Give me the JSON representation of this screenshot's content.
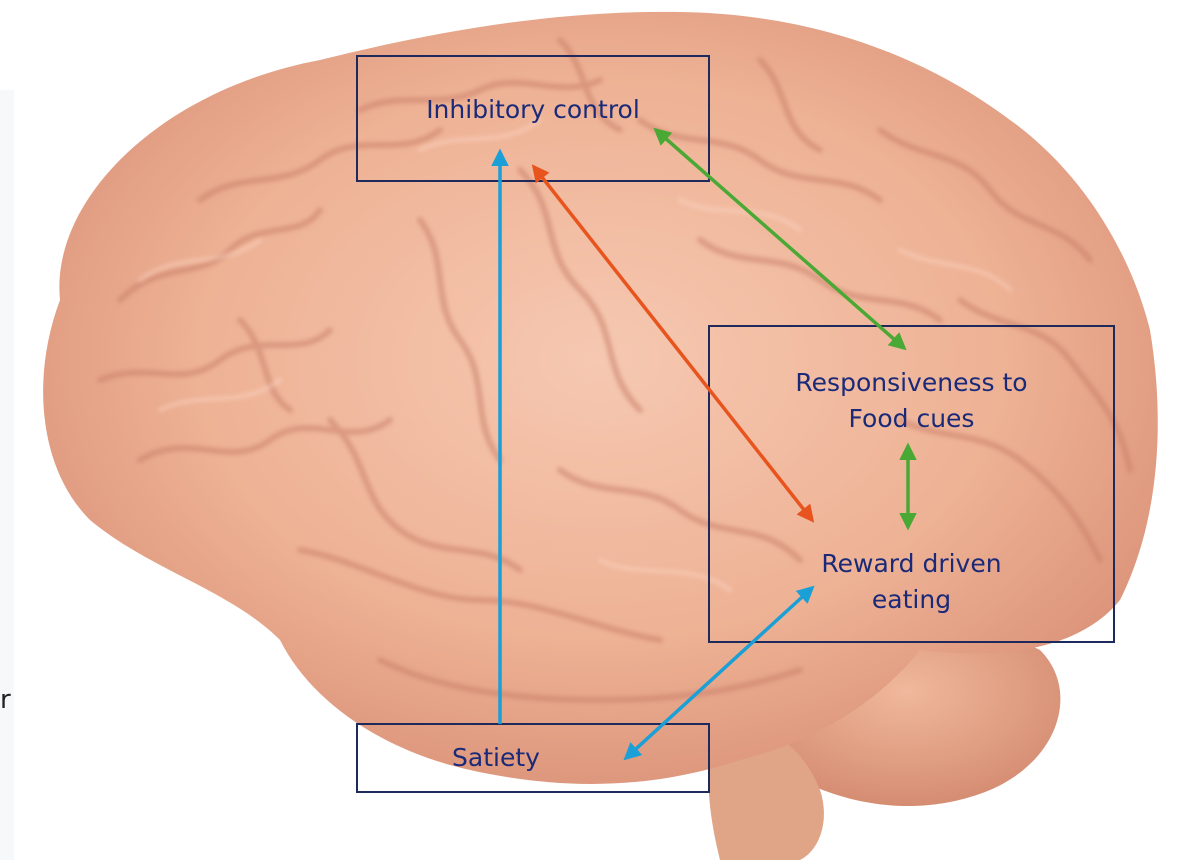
{
  "nodes": {
    "inhibitory_control": "Inhibitory control",
    "responsiveness_line1": "Responsiveness to",
    "responsiveness_line2": "Food cues",
    "reward_line1": "Reward driven",
    "reward_line2": "eating",
    "satiety": "Satiety"
  },
  "edges": [
    {
      "from": "Satiety",
      "to": "Inhibitory control",
      "color": "#1a9fd6",
      "direction": "forward"
    },
    {
      "from": "Satiety",
      "to": "Reward driven eating",
      "color": "#1a9fd6",
      "direction": "both"
    },
    {
      "from": "Inhibitory control",
      "to": "Reward driven eating",
      "color": "#e8541e",
      "direction": "both"
    },
    {
      "from": "Inhibitory control",
      "to": "Responsiveness to Food cues",
      "color": "#4aa834",
      "direction": "both"
    },
    {
      "from": "Responsiveness to Food cues",
      "to": "Reward driven eating",
      "color": "#4aa834",
      "direction": "both"
    }
  ],
  "colors": {
    "box_border": "#1f2a5c",
    "text": "#1a2a78",
    "brain": "#efb59a"
  },
  "stray_text": "r",
  "background_image": "brain-illustration"
}
